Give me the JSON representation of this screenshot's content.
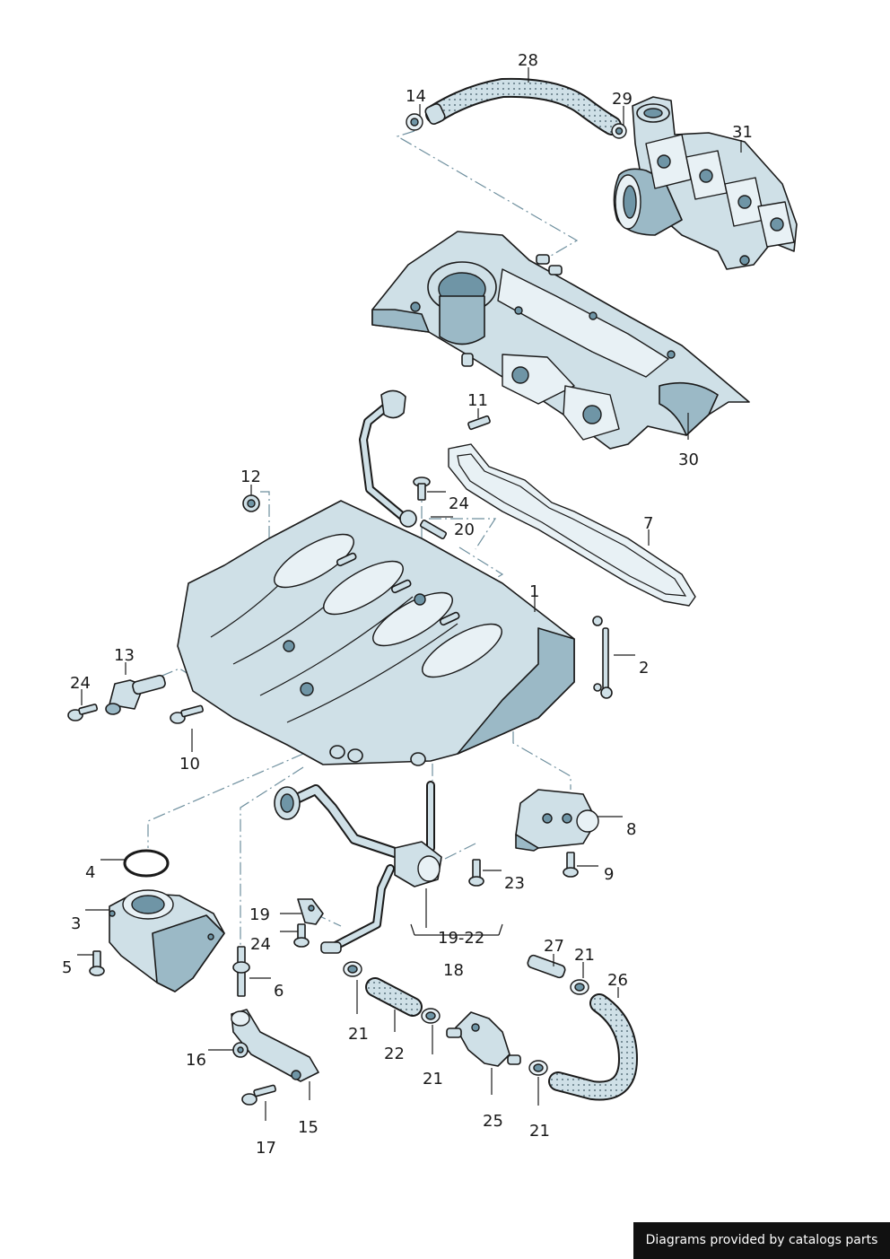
{
  "callouts": {
    "c1": "1",
    "c2": "2",
    "c3": "3",
    "c4": "4",
    "c5": "5",
    "c6": "6",
    "c7": "7",
    "c8": "8",
    "c9": "9",
    "c10": "10",
    "c11": "11",
    "c12": "12",
    "c13": "13",
    "c14": "14",
    "c15": "15",
    "c16": "16",
    "c17": "17",
    "c18": "18",
    "c19": "19",
    "c19_22": "19-22",
    "c20": "20",
    "c21a": "21",
    "c21b": "21",
    "c21c": "21",
    "c21d": "21",
    "c22": "22",
    "c23": "23",
    "c24a": "24",
    "c24b": "24",
    "c24c": "24",
    "c25": "25",
    "c26": "26",
    "c27": "27",
    "c28": "28",
    "c29": "29",
    "c30": "30",
    "c31": "31"
  },
  "credit": "Diagrams provided by catalogs parts",
  "colors": {
    "part_fill": "#cfe0e7",
    "part_shade": "#9bb9c6",
    "outline": "#1a1a1a",
    "dash": "#6e8f9e",
    "credit_bg": "#111111"
  }
}
